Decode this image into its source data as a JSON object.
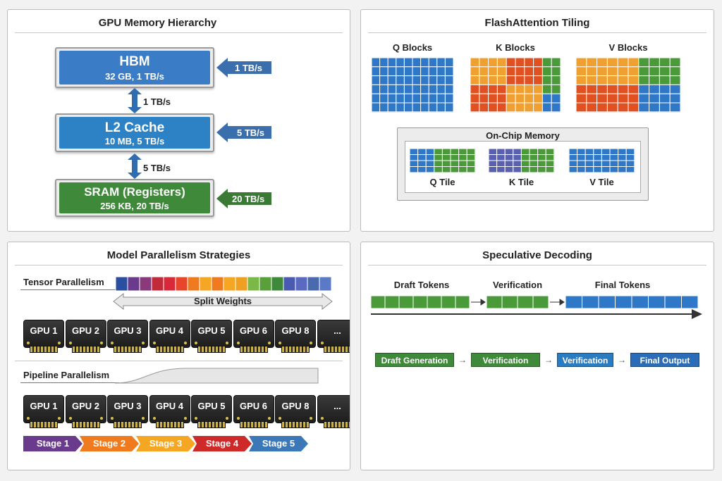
{
  "memory": {
    "title": "GPU Memory Hierarchy",
    "levels": [
      {
        "name": "HBM",
        "spec": "32 GB, 1 TB/s",
        "bandwidth": "1 TB/s",
        "color": "#3b7cc7"
      },
      {
        "name": "L2 Cache",
        "spec": "10 MB, 5 TB/s",
        "bandwidth": "5 TB/s",
        "color": "#2c82c4"
      },
      {
        "name": "SRAM (Registers)",
        "spec": "256 KB, 20 TB/s",
        "bandwidth": "20 TB/s",
        "color": "#3f8a3a"
      }
    ],
    "link_labels": [
      "1 TB/s",
      "5 TB/s"
    ]
  },
  "tiling": {
    "title": "FlashAttention Tiling",
    "blocks": [
      "Q Blocks",
      "K Blocks",
      "V Blocks"
    ],
    "onchip_title": "On-Chip Memory",
    "tiles": [
      "Q Tile",
      "K Tile",
      "V Tile"
    ]
  },
  "parallelism": {
    "title": "Model Parallelism Strategies",
    "tensor_label": "Tensor Parallelism",
    "split_label": "Split Weights",
    "pipeline_label": "Pipeline Parallelism",
    "gpus": [
      "GPU 1",
      "GPU 2",
      "GPU 3",
      "GPU 4",
      "GPU 5",
      "GPU 6",
      "GPU 8",
      "..."
    ],
    "stages": [
      {
        "label": "Stage 1",
        "color": "#6a3a8c"
      },
      {
        "label": "Stage 2",
        "color": "#f07a1e"
      },
      {
        "label": "Stage 3",
        "color": "#f5a623"
      },
      {
        "label": "Stage 4",
        "color": "#cf2a2a"
      },
      {
        "label": "Stage 5",
        "color": "#3c78b8"
      }
    ],
    "weight_colors": [
      "#2a4fa0",
      "#6a3a8c",
      "#8a3a7a",
      "#c02a3a",
      "#d8283a",
      "#e8462a",
      "#f07a1e",
      "#f5a623",
      "#f07a1e",
      "#f5a623",
      "#f0a020",
      "#7ab848",
      "#5aa03a",
      "#3f8a3a",
      "#4a5ab0",
      "#5a6ac0",
      "#4a6ab0",
      "#5a7ac8"
    ]
  },
  "speculative": {
    "title": "Speculative Decoding",
    "draft_label": "Draft Tokens",
    "verify_label": "Verification",
    "final_label": "Final Tokens",
    "flow": [
      {
        "label": "Draft Generation",
        "color": "#3f8a3a"
      },
      {
        "label": "Verification",
        "color": "#3f8a3a"
      },
      {
        "label": "Verification",
        "color": "#2a7cc0"
      },
      {
        "label": "Final Output",
        "color": "#2a6cb8"
      }
    ]
  },
  "colors": {
    "blue": "#2f78c8",
    "green": "#4a9a3a",
    "orange": "#f0a030",
    "red": "#e05020",
    "purple": "#5a60b0"
  }
}
